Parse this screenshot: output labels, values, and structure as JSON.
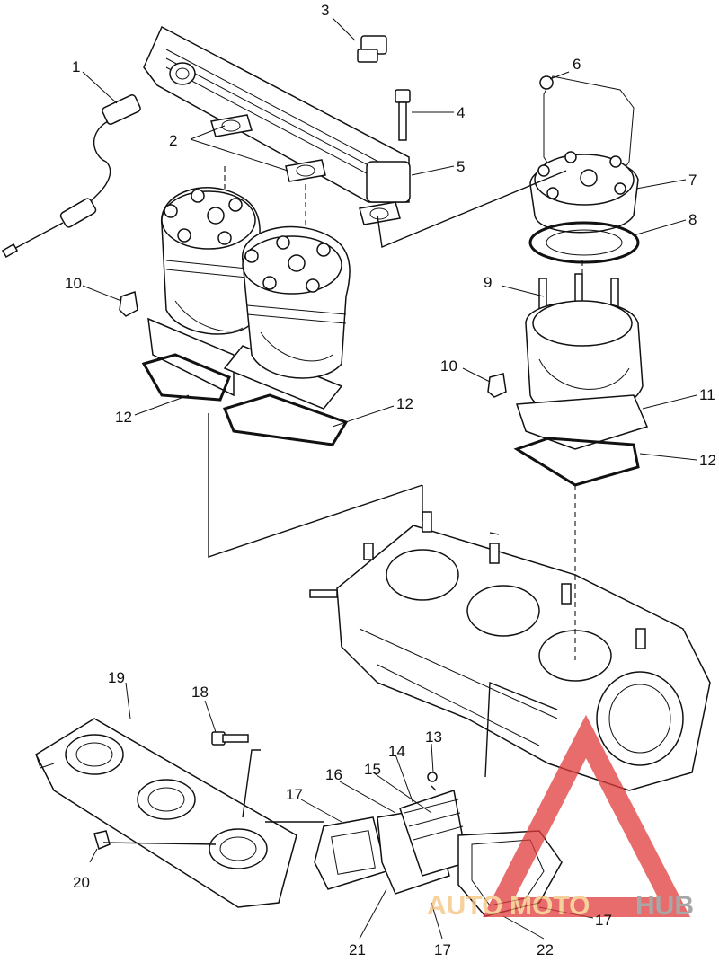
{
  "callouts": {
    "c1": "1",
    "c2": "2",
    "c3": "3",
    "c4": "4",
    "c5": "5",
    "c6": "6",
    "c7": "7",
    "c8": "8",
    "c9": "9",
    "c10a": "10",
    "c10b": "10",
    "c11": "11",
    "c12a": "12",
    "c12b": "12",
    "c12c": "12",
    "c13": "13",
    "c14": "14",
    "c15": "15",
    "c16": "16",
    "c17a": "17",
    "c17b": "17",
    "c17c": "17",
    "c18": "18",
    "c19": "19",
    "c20": "20",
    "c21": "21",
    "c22": "22"
  },
  "watermark": {
    "text_auto": "AUTO",
    "text_moto": "MOTO",
    "text_hub": "HUB",
    "color_triangle": "#e23b3b",
    "color_auto": "#f4c27a",
    "color_hub": "#8a8a8a"
  }
}
